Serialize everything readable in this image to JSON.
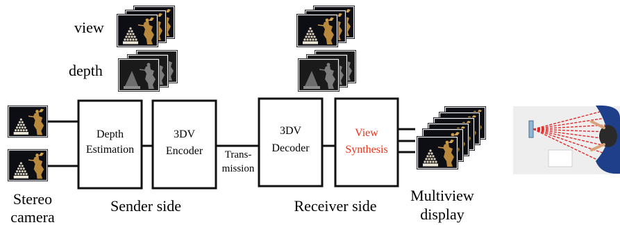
{
  "labels": {
    "view": "view",
    "depth": "depth",
    "stereo_line1": "Stereo",
    "stereo_line2": "camera",
    "sender_side": "Sender side",
    "receiver_side": "Receiver side",
    "multiview_line1": "Multiview",
    "multiview_line2": "display"
  },
  "blocks": {
    "depth_estimation": {
      "line1": "Depth",
      "line2": "Estimation"
    },
    "encoder": {
      "line1": "3DV",
      "line2": "Encoder"
    },
    "transmission": {
      "line1": "Trans-",
      "line2": "mission"
    },
    "decoder": {
      "line1": "3DV",
      "line2": "Decoder"
    },
    "view_synthesis": {
      "line1": "View",
      "line2": "Synthesis"
    }
  },
  "colors": {
    "block_stroke": "#111111",
    "highlight_text": "#e8341c",
    "thumb_bg": "#0d0d14",
    "depth_bg": "#1a1a1a",
    "ray_red": "#e02a2a"
  },
  "icons": {
    "thumbnails": "scene-thumbnail-icon",
    "viewer": "viewer-topview-icon"
  }
}
